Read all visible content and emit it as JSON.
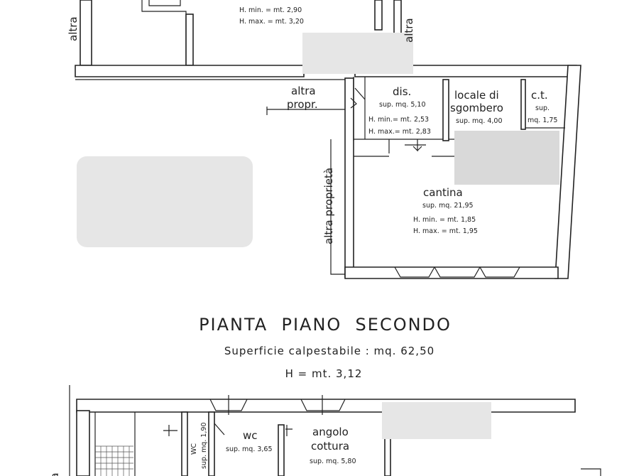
{
  "top_block": {
    "h_min": "H. min. = mt. 2,90",
    "h_max": "H. max. = mt. 3,20",
    "left_neighbor": "altra",
    "right_neighbor": "altra"
  },
  "rooms": {
    "dis": {
      "name": "dis.",
      "area": "sup. mq. 5,10",
      "h_min": "H. min.= mt. 2,53",
      "h_max": "H. max.= mt. 2,83"
    },
    "locale": {
      "name_1": "locale di",
      "name_2": "sgombero",
      "area": "sup. mq. 4,00"
    },
    "ct": {
      "name": "c.t.",
      "area_1": "sup.",
      "area_2": "mq. 1,75"
    },
    "cantina": {
      "name": "cantina",
      "area": "sup. mq. 21,95",
      "h_min": "H. min. = mt. 1,85",
      "h_max": "H. max. = mt. 1,95"
    }
  },
  "neighbors": {
    "altra_1": "altra",
    "propr": "propr.",
    "proprieta": "altra proprietà"
  },
  "heading": {
    "title": "PIANTA  PIANO  SECONDO",
    "surface": "Superficie calpestabile : mq. 62,50",
    "height": "H = mt. 3,12"
  },
  "bottom_block": {
    "wc_small": {
      "name": "WC",
      "area": "sup. mq. 1,90"
    },
    "wc": {
      "name": "wc",
      "area": "sup. mq. 3,65"
    },
    "angolo": {
      "name_1": "angolo",
      "name_2": "cottura",
      "area": "sup. mq. 5,80"
    },
    "left_neighbor": "altra"
  }
}
